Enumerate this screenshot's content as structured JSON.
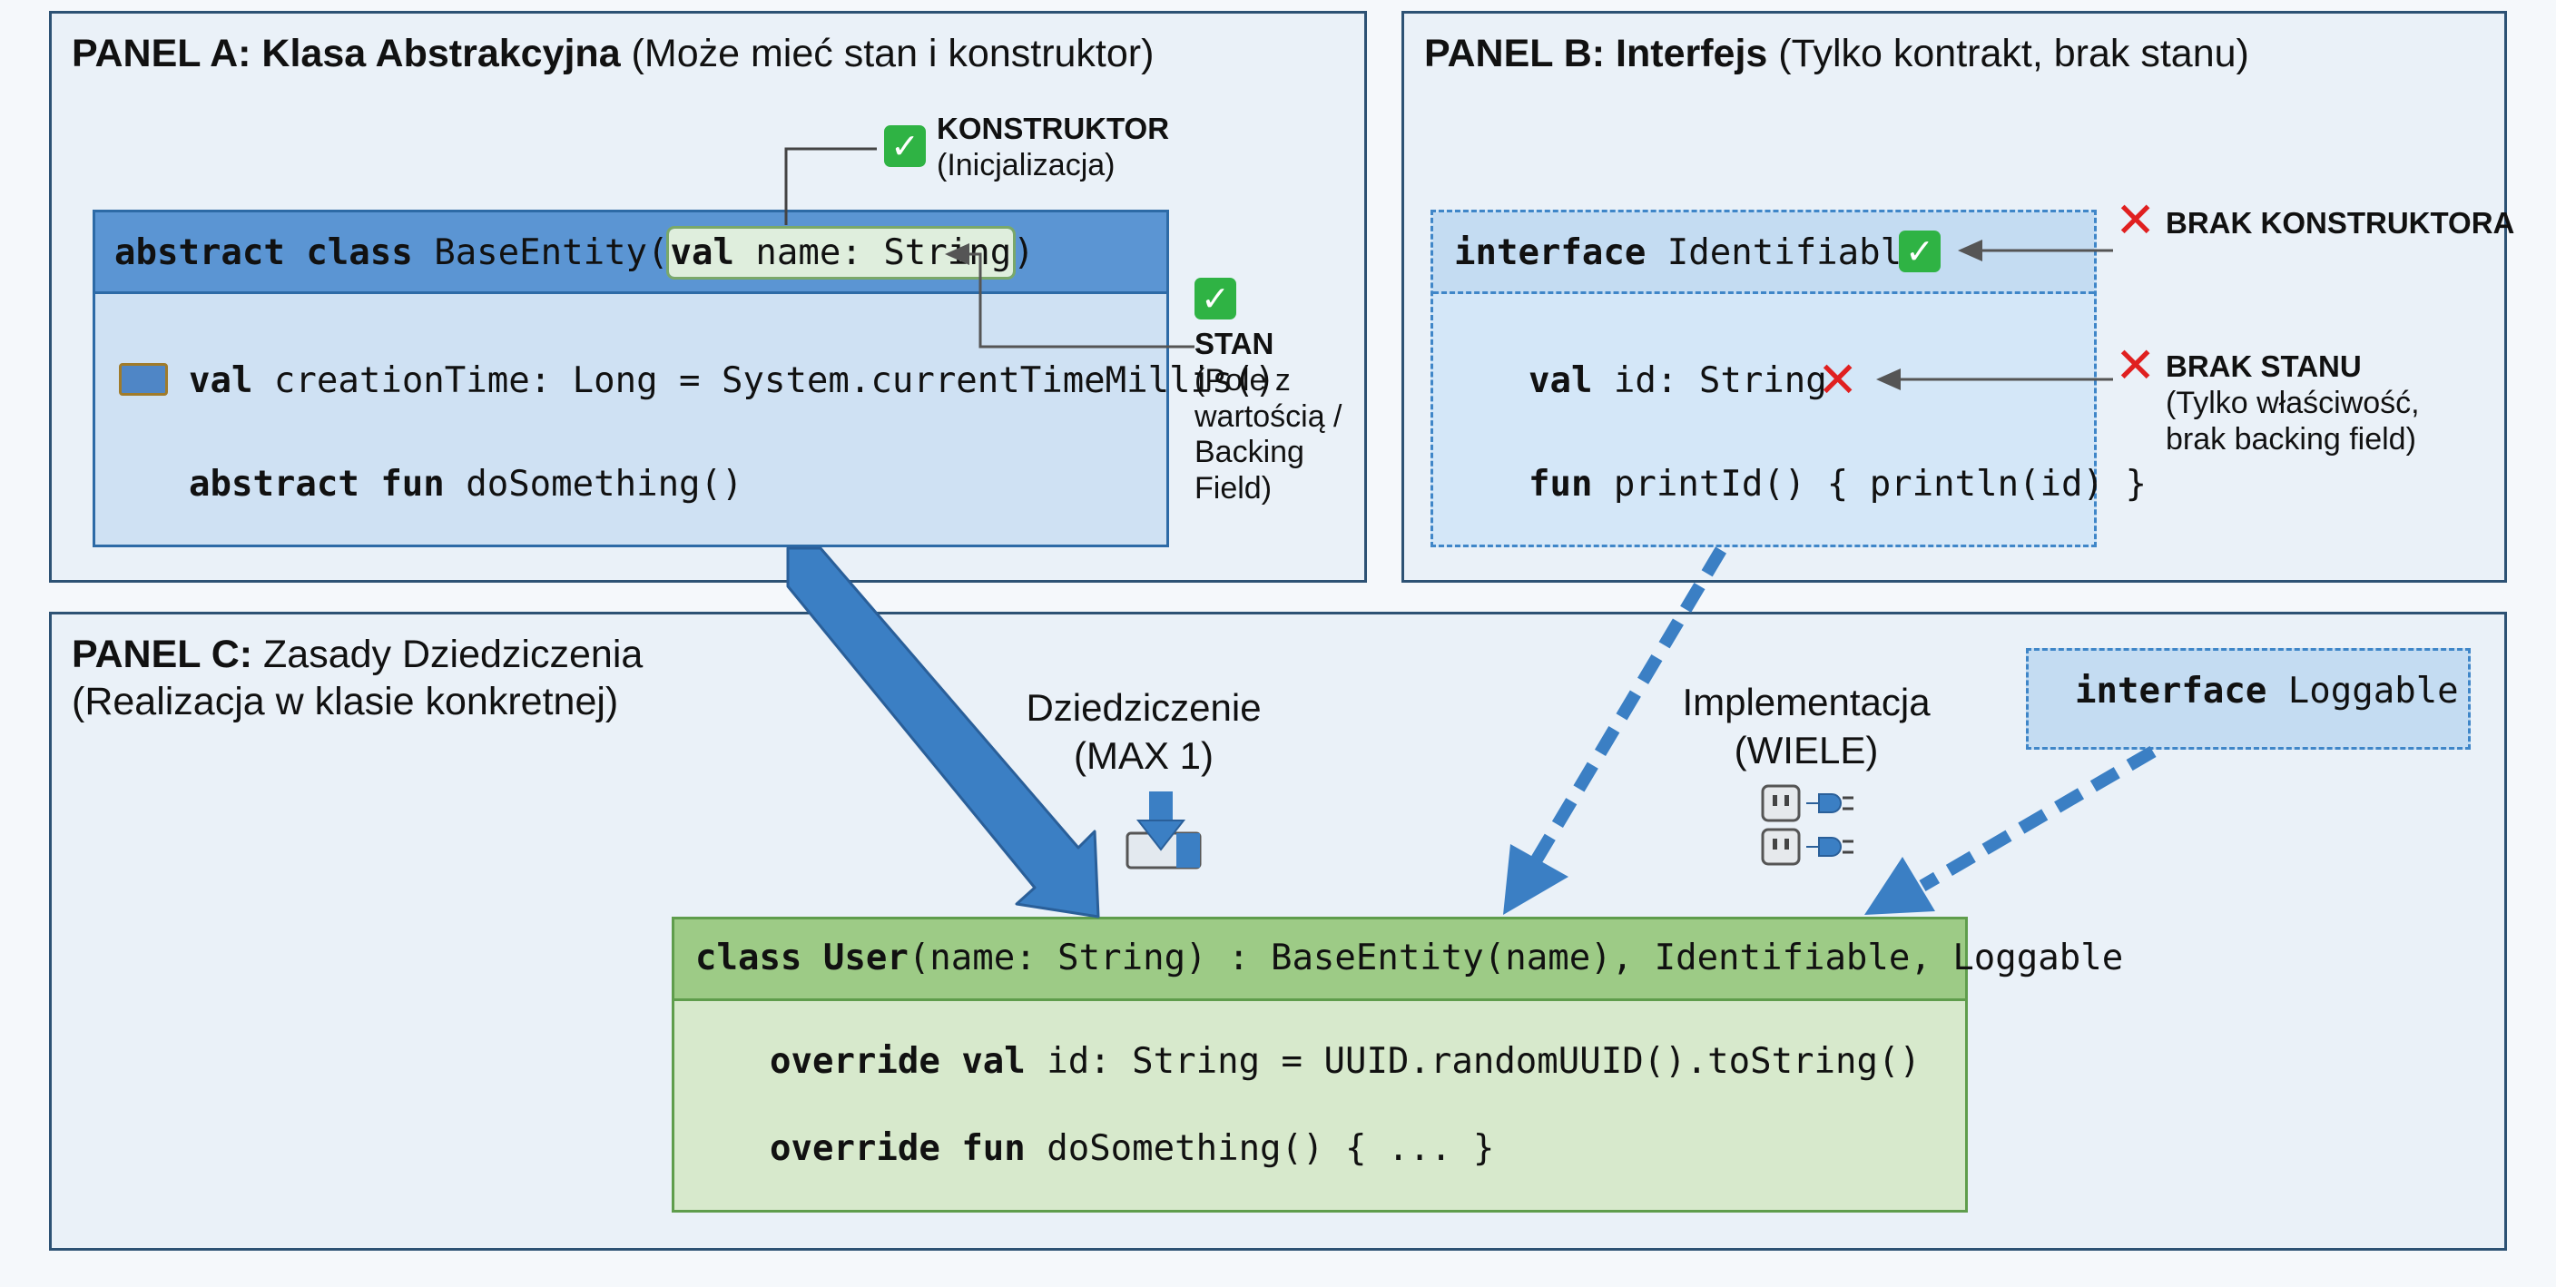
{
  "panel_a": {
    "title_bold": "PANEL A: Klasa Abstrakcyjna",
    "title_rest": " (Może mieć stan i konstruktor)",
    "class_header": {
      "kw": "abstract class",
      "name": " BaseEntity(",
      "param_kw": "val",
      "param_rest": " name: String",
      "close": ")"
    },
    "line1": {
      "kw": "val",
      "rest": " creationTime: Long = System.currentTimeMillis()"
    },
    "line2": {
      "kw": "abstract fun",
      "rest": " doSomething()"
    },
    "constructor_note": {
      "title": "KONSTRUKTOR",
      "sub": "(Inicjalizacja)"
    },
    "state_note": {
      "title": "STAN",
      "lines": [
        "(Pole z",
        "wartością /",
        "Backing",
        "Field)"
      ]
    }
  },
  "panel_b": {
    "title_bold": "PANEL B: Interfejs",
    "title_rest": " (Tylko kontrakt, brak stanu)",
    "header": {
      "kw": "interface",
      "name": " Identifiable"
    },
    "line1": {
      "kw": "val",
      "rest": " id: String"
    },
    "line2": {
      "kw": "fun",
      "rest": " printId() { println(id) }"
    },
    "no_constructor": "BRAK KONSTRUKTORA",
    "no_state": {
      "title": "BRAK STANU",
      "lines": [
        "(Tylko właściwość,",
        "brak backing field)"
      ]
    }
  },
  "panel_c": {
    "title_bold": "PANEL C:",
    "title_rest": " Zasady Dziedziczenia",
    "title_line2": "(Realizacja w klasie konkretnej)",
    "inheritance_label": [
      "Dziedziczenie",
      "(MAX 1)"
    ],
    "implementation_label": [
      "Implementacja",
      "(WIELE)"
    ],
    "loggable": {
      "kw": "interface",
      "name": " Loggable"
    },
    "user_header": {
      "kw": "class User",
      "rest": "(name: String) : BaseEntity(name), Identifiable, Loggable"
    },
    "user_line1": {
      "kw": "override val",
      "rest": " id: String = UUID.randomUUID().toString()"
    },
    "user_line2": {
      "kw": "override fun",
      "rest": " doSomething() { ... }"
    }
  },
  "icons": {
    "check": "✓",
    "cross": "✕"
  },
  "colors": {
    "panel_bg": "#eaf1f8",
    "panel_border": "#2d5274",
    "abstract_header": "#5b95d3",
    "interface_fill": "#cfe4f7",
    "concrete_header": "#9dcb86",
    "concrete_body": "#d7e9cc",
    "arrow_blue": "#3b7fc4",
    "check_green": "#2fb344",
    "cross_red": "#e02020"
  }
}
